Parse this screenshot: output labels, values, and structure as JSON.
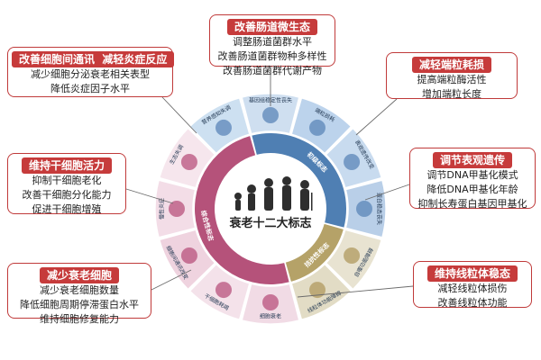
{
  "center": {
    "title": "衰老十二大标志"
  },
  "segments": [
    {
      "label": "基因组稳定性丧失"
    },
    {
      "label": "端粒损耗"
    },
    {
      "label": "表观遗传改变"
    },
    {
      "label": "蛋白稳态丧失"
    },
    {
      "label": "自噬功能障碍"
    },
    {
      "label": "线粒体功能障碍"
    },
    {
      "label": "细胞衰老"
    },
    {
      "label": "干细胞耗竭"
    },
    {
      "label": "细胞间通讯改变"
    },
    {
      "label": "慢性炎症"
    },
    {
      "label": "生态失调"
    },
    {
      "label": "营养感知失调"
    }
  ],
  "groups": [
    {
      "label": "初级标志"
    },
    {
      "label": "拮抗性标志"
    },
    {
      "label": "综合性标志"
    }
  ],
  "callouts": [
    {
      "title": "改善肠道微生态",
      "lines": [
        "调整肠道菌群水平",
        "改善肠道菌群物种多样性",
        "改善肠道菌群代谢产物"
      ]
    },
    {
      "title": "改善细胞间通讯  减轻炎症反应",
      "lines": [
        "减少细胞分泌衰老相关表型",
        "降低炎症因子水平"
      ]
    },
    {
      "title": "减轻端粒耗损",
      "lines": [
        "提高端粒酶活性",
        "增加端粒长度"
      ]
    },
    {
      "title": "维持干细胞活力",
      "lines": [
        "抑制干细胞老化",
        "改善干细胞分化能力",
        "促进干细胞增殖"
      ]
    },
    {
      "title": "调节表观遗传",
      "lines": [
        "调节DNA甲基化模式",
        "降低DNA甲基化年龄",
        "抑制长寿蛋白基因甲基化"
      ]
    },
    {
      "title": "减少衰老细胞",
      "lines": [
        "减少衰老细胞数量",
        "降低细胞周期停滞蛋白水平",
        "维持细胞修复能力"
      ]
    },
    {
      "title": "维持线粒体稳态",
      "lines": [
        "减轻线粒体损伤",
        "改善线粒体功能"
      ]
    }
  ],
  "colors": {
    "accent": "#c63b3b",
    "primary_blue": "#4f7fb3",
    "antagonistic_gold": "#b5a268",
    "integrative_pink": "#b5527a"
  }
}
